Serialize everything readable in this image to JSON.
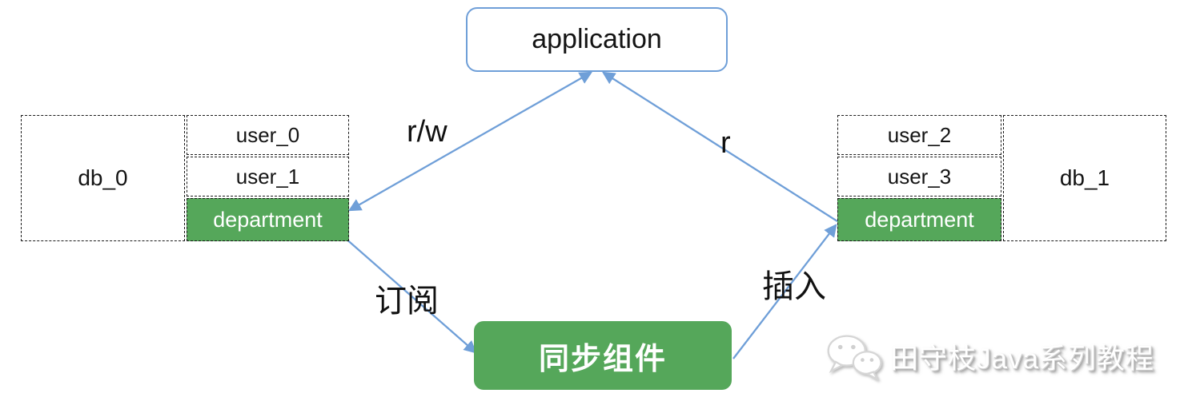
{
  "application": {
    "label": "application"
  },
  "left_db": {
    "name": "db_0",
    "tables": [
      "user_0",
      "user_1",
      "department"
    ]
  },
  "right_db": {
    "name": "db_1",
    "tables": [
      "user_2",
      "user_3",
      "department"
    ]
  },
  "sync_component": {
    "label": "同步组件"
  },
  "edge_labels": {
    "left_app": "r/w",
    "right_app": "r",
    "subscribe": "订阅",
    "insert": "插入"
  },
  "watermark": {
    "icon": "wechat-icon",
    "text": "田守枝Java系列教程"
  },
  "colors": {
    "node_green": "#55a75a",
    "arrow_blue": "#6f9fd8",
    "table_border": "#1a1a1a"
  }
}
